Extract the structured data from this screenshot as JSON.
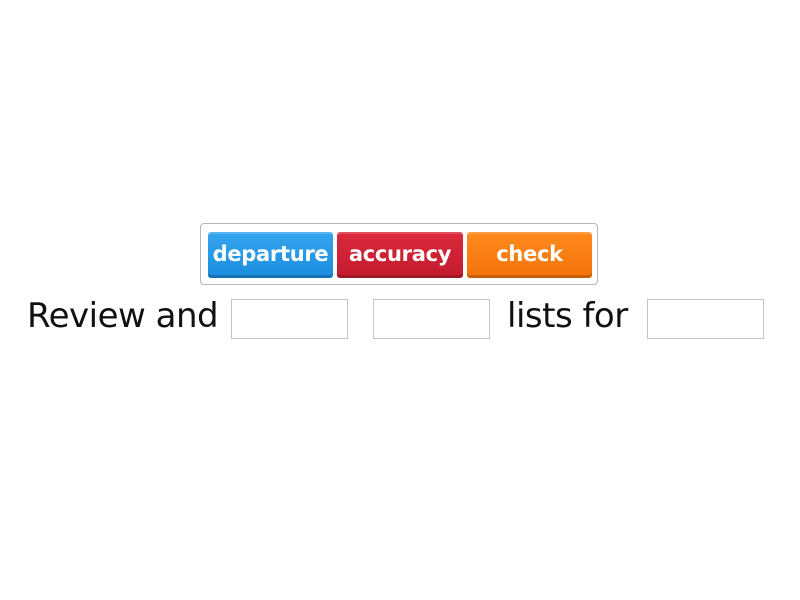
{
  "word_bank": {
    "tiles": [
      {
        "label": "departure",
        "color": "#1f93e3"
      },
      {
        "label": "accuracy",
        "color": "#c91f32"
      },
      {
        "label": "check",
        "color": "#f97c12"
      }
    ]
  },
  "sentence": {
    "segments": [
      {
        "type": "text",
        "value": "Review and"
      },
      {
        "type": "blank",
        "value": ""
      },
      {
        "type": "blank",
        "value": ""
      },
      {
        "type": "text",
        "value": "lists for"
      },
      {
        "type": "blank",
        "value": ""
      }
    ],
    "text_1": "Review and",
    "text_2": "lists for"
  }
}
